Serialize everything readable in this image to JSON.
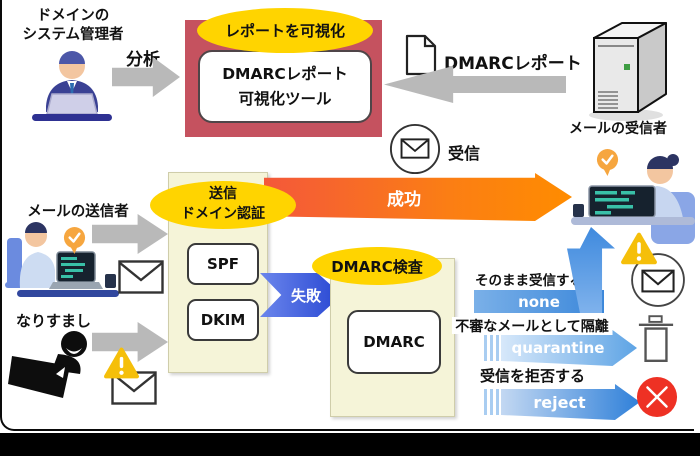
{
  "admin": {
    "label_line1": "ドメインの",
    "label_line2": "システム管理者",
    "action": "分析"
  },
  "visualization": {
    "bubble": "レポートを可視化",
    "tool_line1": "DMARCレポート",
    "tool_line2": "可視化ツール"
  },
  "report": {
    "label": "DMARCレポート"
  },
  "receiver": {
    "server_label": "メールの受信者",
    "receive_label": "受信"
  },
  "auth": {
    "bubble_line1": "送信",
    "bubble_line2": "ドメイン認証",
    "spf": "SPF",
    "dkim": "DKIM"
  },
  "results": {
    "success": "成功",
    "failure": "失敗"
  },
  "sender": {
    "label": "メールの送信者"
  },
  "spoofer": {
    "label": "なりすまし"
  },
  "dmarc": {
    "bubble": "DMARC検査",
    "box": "DMARC"
  },
  "outcomes": [
    {
      "desc": "そのまま受信する",
      "policy": "none"
    },
    {
      "desc": "不審なメールとして隔離",
      "policy": "quarantine"
    },
    {
      "desc": "受信を拒否する",
      "policy": "reject"
    }
  ],
  "icons": {
    "document": "document-icon",
    "server": "mail-server-icon",
    "envelope": "envelope-icon",
    "envelope_circle": "envelope-circle-icon",
    "check_bubble": "check-bubble-icon",
    "warning": "warning-triangle-icon",
    "trash": "trash-icon",
    "reject_mark": "reject-x-icon",
    "admin_person": "admin-person-icon",
    "sender_person": "sender-person-icon",
    "recipient_person": "recipient-person-icon",
    "spoofer_person": "spoofer-silhouette-icon"
  },
  "colors": {
    "bubble_gold": "#ffd400",
    "tool_panel_red": "#c5525f",
    "panel_cream": "#f5f4d8",
    "success_gradient": [
      "#f4583a",
      "#ff8c00"
    ],
    "failure_blue": "#2746d2",
    "policy_blue": "#3b87da",
    "alert_red": "#ee3124",
    "warning_gold": "#f5bf0a",
    "arrow_gray": "#b9b9b9"
  }
}
